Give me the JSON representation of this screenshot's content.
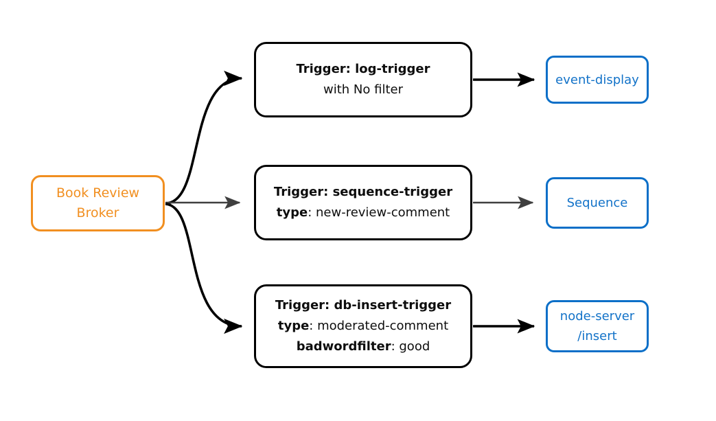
{
  "diagram": {
    "type": "flow-diagram",
    "colors": {
      "broker_border": "#F18F20",
      "broker_text": "#F18F20",
      "trigger_border": "#000000",
      "trigger_text": "#0d0d0d",
      "target_border": "#0B6FC8",
      "target_text": "#1272C8",
      "edge_black": "#000000",
      "edge_gray": "#3F3F3F",
      "background": "#FFFFFF"
    },
    "source": {
      "id": "book-review-broker",
      "lines": [
        "Book Review",
        "Broker"
      ]
    },
    "triggers": [
      {
        "id": "log-trigger",
        "lines": [
          {
            "key": "Trigger: log-trigger",
            "value": ""
          },
          {
            "key": "",
            "value": "with No filter"
          }
        ]
      },
      {
        "id": "sequence-trigger",
        "lines": [
          {
            "key": "Trigger: sequence-trigger",
            "value": ""
          },
          {
            "key": "type",
            "value": ": new-review-comment"
          }
        ]
      },
      {
        "id": "db-insert-trigger",
        "lines": [
          {
            "key": "Trigger: db-insert-trigger",
            "value": ""
          },
          {
            "key": "type",
            "value": ": moderated-comment"
          },
          {
            "key": "badwordfilter",
            "value": ": good"
          }
        ]
      }
    ],
    "targets": [
      {
        "id": "event-display",
        "lines": [
          "event-display"
        ]
      },
      {
        "id": "sequence",
        "lines": [
          "Sequence"
        ]
      },
      {
        "id": "node-server-insert",
        "lines": [
          "node-server",
          "/insert"
        ]
      }
    ],
    "edges": [
      {
        "id": "broker-to-log-trigger",
        "from": "book-review-broker",
        "to": "log-trigger",
        "style": "curved",
        "color": "#000000"
      },
      {
        "id": "broker-to-sequence-trigger",
        "from": "book-review-broker",
        "to": "sequence-trigger",
        "style": "straight",
        "color": "#3F3F3F"
      },
      {
        "id": "broker-to-db-insert-trigger",
        "from": "book-review-broker",
        "to": "db-insert-trigger",
        "style": "curved",
        "color": "#000000"
      },
      {
        "id": "log-trigger-to-event-display",
        "from": "log-trigger",
        "to": "event-display",
        "style": "straight",
        "color": "#000000"
      },
      {
        "id": "sequence-trigger-to-sequence",
        "from": "sequence-trigger",
        "to": "sequence",
        "style": "straight",
        "color": "#3F3F3F"
      },
      {
        "id": "db-insert-trigger-to-node-server",
        "from": "db-insert-trigger",
        "to": "node-server-insert",
        "style": "straight",
        "color": "#000000"
      }
    ]
  }
}
